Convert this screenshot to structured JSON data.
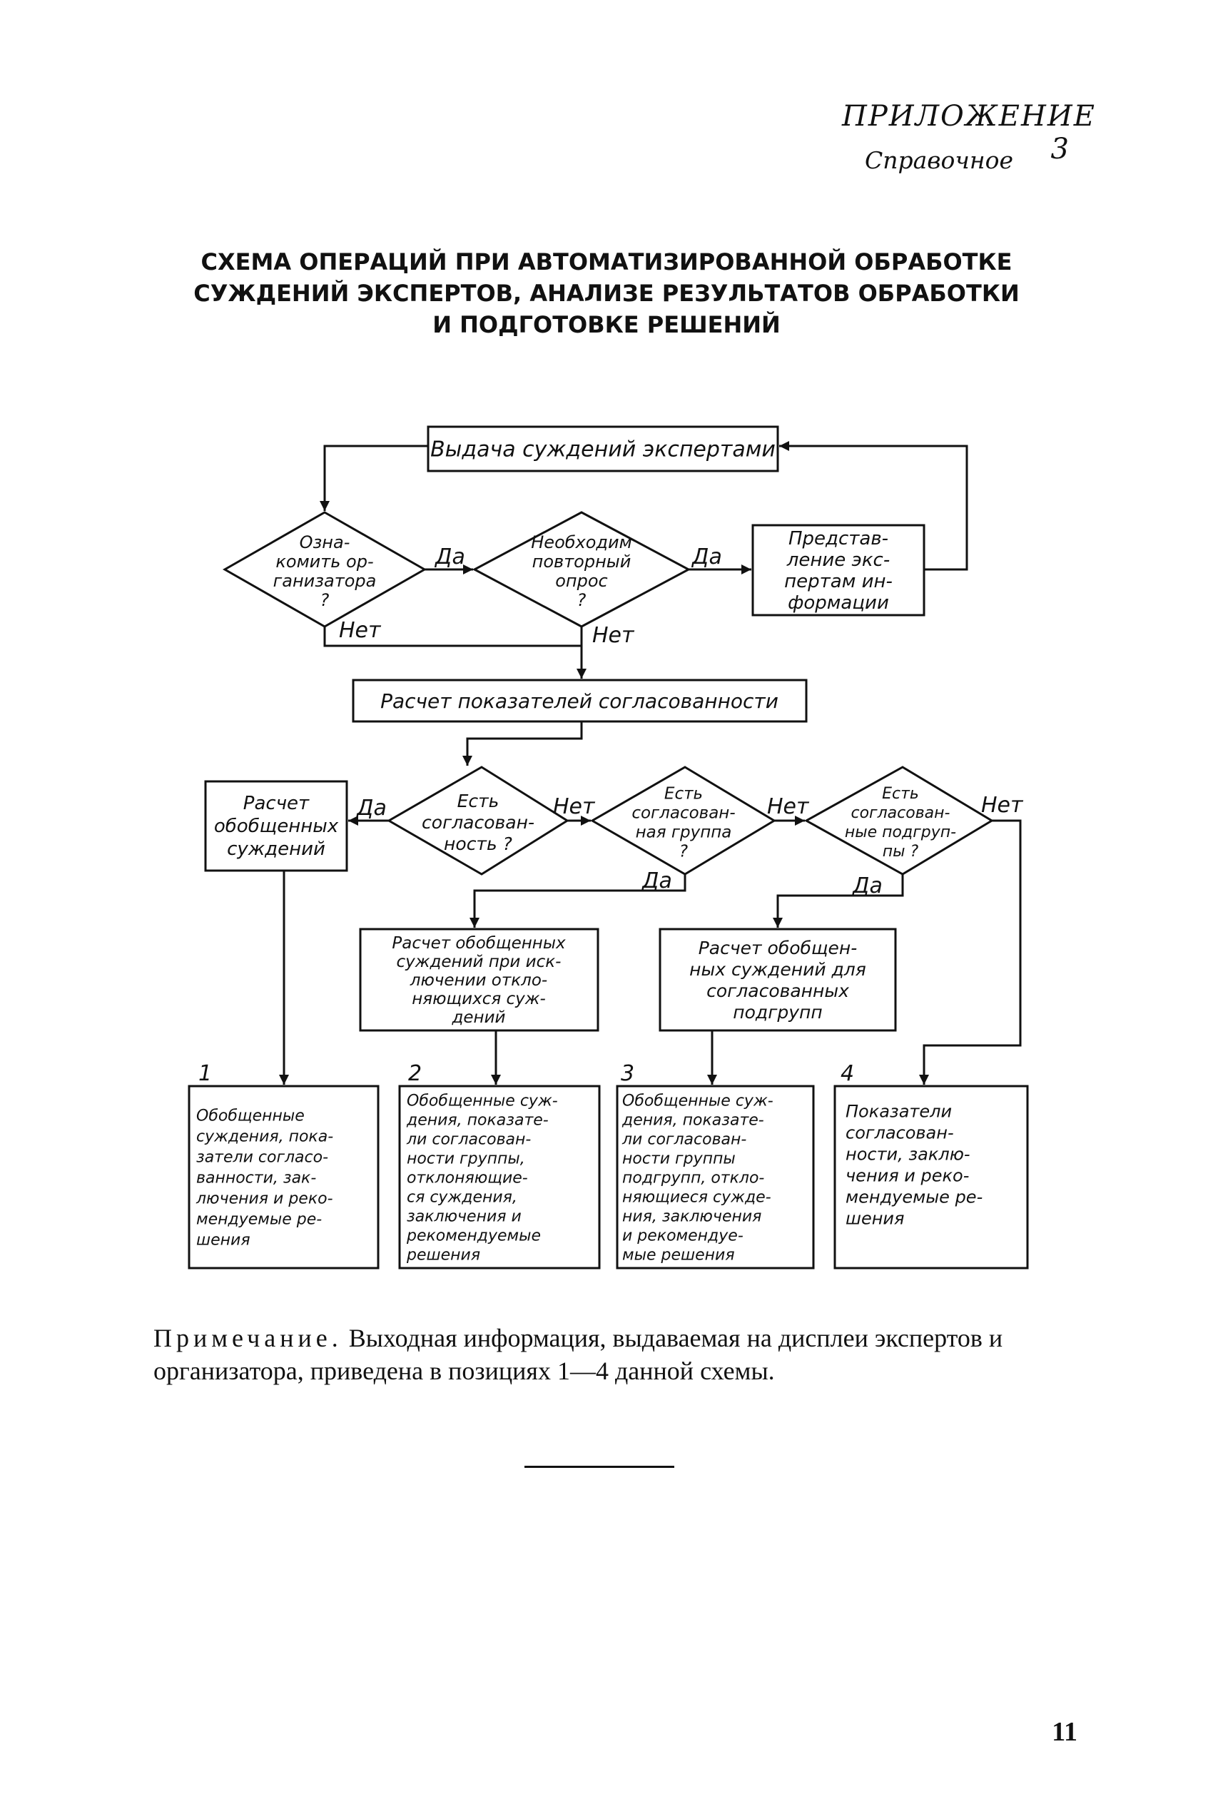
{
  "header": {
    "appendix": "ПРИЛОЖЕНИЕ 3",
    "type": "Справочное"
  },
  "title_lines": [
    "СХЕМА ОПЕРАЦИЙ ПРИ АВТОМАТИЗИРОВАННОЙ ОБРАБОТКЕ",
    "СУЖДЕНИЙ ЭКСПЕРТОВ, АНАЛИЗЕ РЕЗУЛЬТАТОВ ОБРАБОТКИ",
    "И ПОДГОТОВКЕ РЕШЕНИЙ"
  ],
  "diagram": {
    "nodes": {
      "issue": [
        "Выдача суждений экспертами"
      ],
      "acquaint": [
        "Озна-",
        "комить ор-",
        "ганизатора",
        "?"
      ],
      "repeat": [
        "Необходим",
        "повторный",
        "опрос",
        "?"
      ],
      "present": [
        "Представ-",
        "ление экс-",
        "пертам ин-",
        "формации"
      ],
      "consistency_calc": [
        "Расчет показателей согласованности"
      ],
      "has_consistency": [
        "Есть",
        "согласован-",
        "ность ?"
      ],
      "has_group": [
        "Есть",
        "согласован-",
        "ная группа",
        "?"
      ],
      "has_subgroups": [
        "Есть",
        "согласован-",
        "ные подгруп-",
        "пы ?"
      ],
      "generalized_calc": [
        "Расчет",
        "обобщенных",
        "суждений"
      ],
      "generalized_excl": [
        "Расчет обобщенных",
        "суждений при иск-",
        "лючении откло-",
        "няющихся суж-",
        "дений"
      ],
      "generalized_sub": [
        "Расчет обобщен-",
        "ных суждений для",
        "согласованных",
        "подгрупп"
      ],
      "out1": [
        "Обобщенные",
        "суждения, пока-",
        "затели согласо-",
        "ванности, зак-",
        "лючения и реко-",
        "мендуемые ре-",
        "шения"
      ],
      "out2": [
        "Обобщенные суж-",
        "дения, показате-",
        "ли согласован-",
        "ности группы,",
        "отклоняющие-",
        "ся суждения,",
        "заключения и",
        "рекомендуемые",
        "решения"
      ],
      "out3": [
        "Обобщенные суж-",
        "дения, показате-",
        "ли согласован-",
        "ности группы",
        "подгрупп, откло-",
        "няющиеся сужде-",
        "ния, заключения",
        "и рекомендуе-",
        "мые решения"
      ],
      "out4": [
        "Показатели",
        "согласован-",
        "ности, заклю-",
        "чения и реко-",
        "мендуемые ре-",
        "шения"
      ]
    },
    "labels": {
      "yes": "Да",
      "no": "Нет",
      "pos1": "1",
      "pos2": "2",
      "pos3": "3",
      "pos4": "4"
    }
  },
  "note": {
    "lead": "Примечание.",
    "text": " Выходная информация, выдаваемая на дисплеи экспертов и организатора, приведена в позициях 1—4 данной схемы."
  },
  "page_number": "11"
}
